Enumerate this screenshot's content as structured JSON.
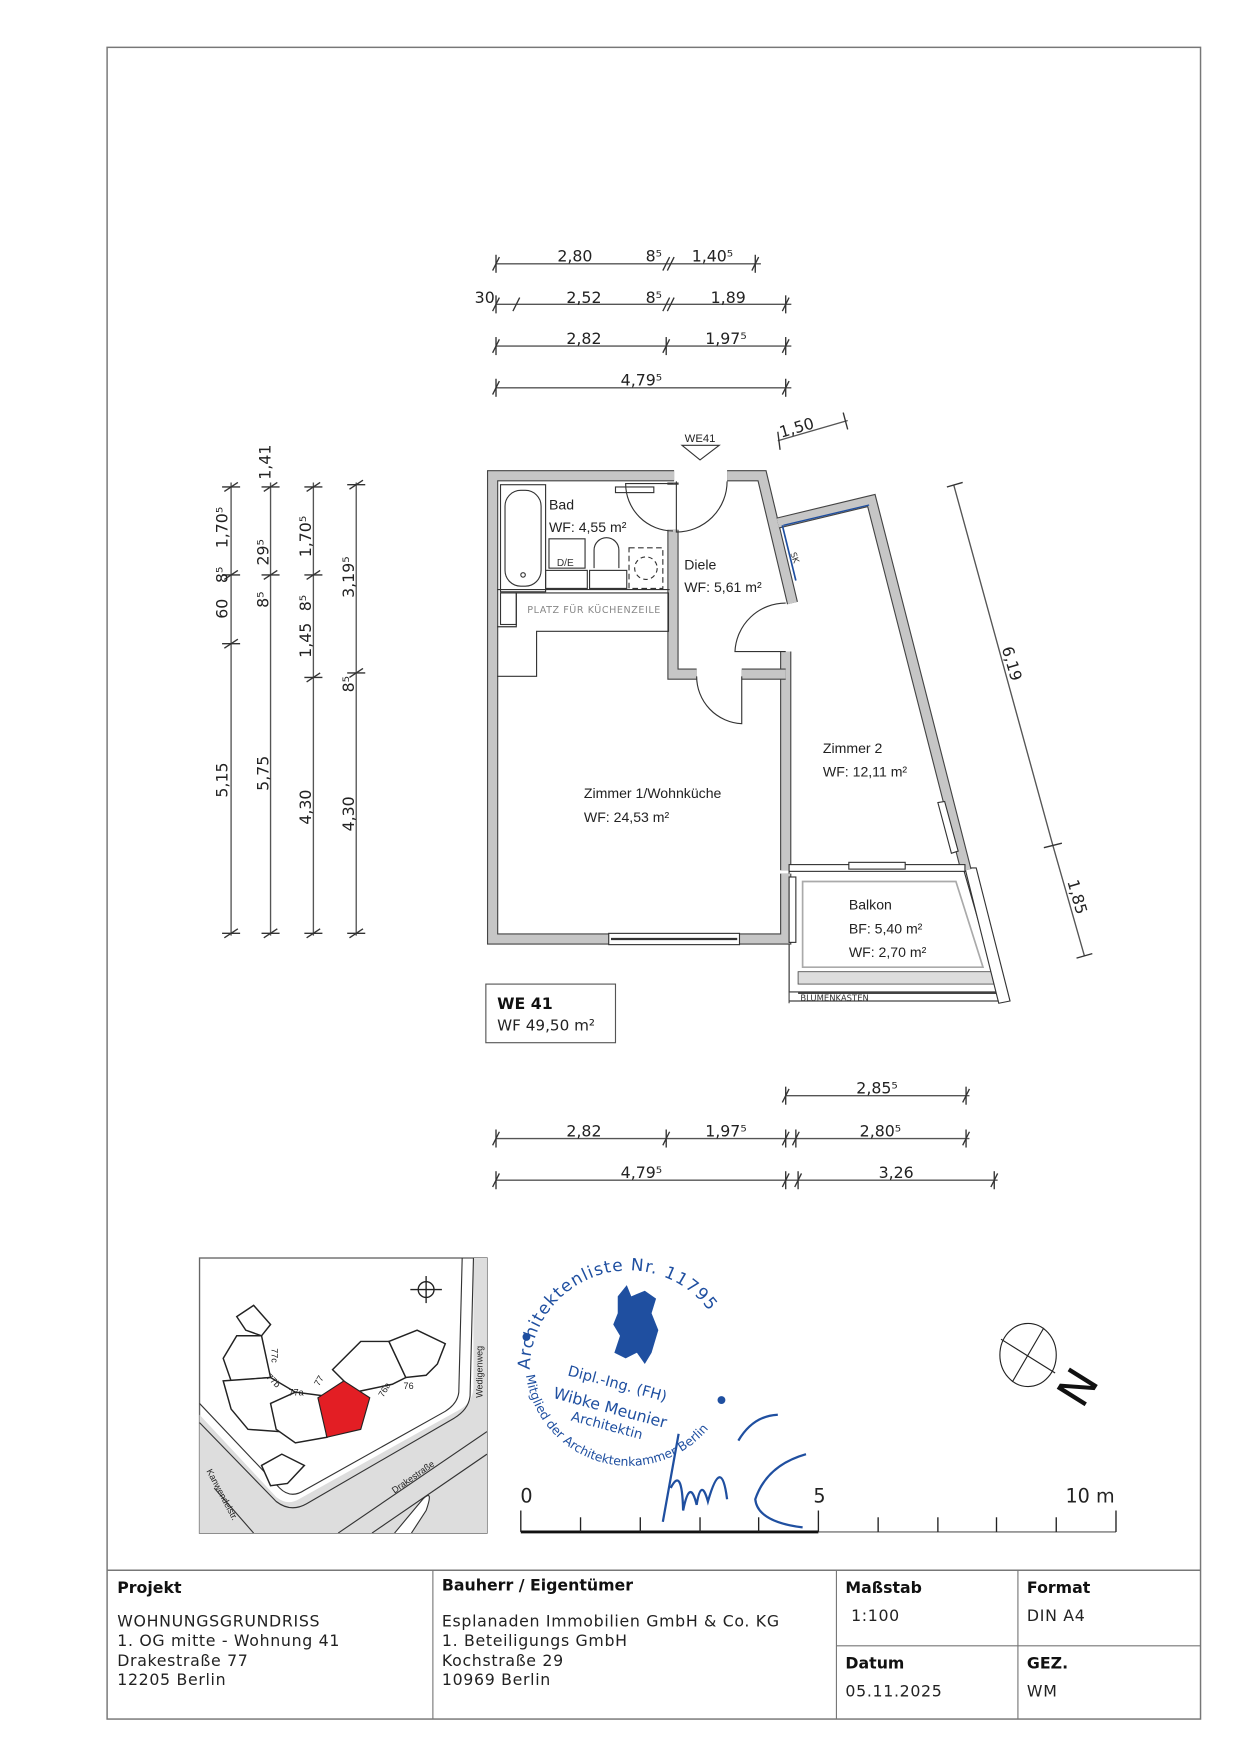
{
  "plan": {
    "entrance_marker": "WE41",
    "rooms": [
      {
        "name": "Bad",
        "area": "WF: 4,55 m²"
      },
      {
        "name": "Diele",
        "area": "WF: 5,61 m²"
      },
      {
        "name": "Zimmer 1/Wohnküche",
        "area": "WF: 24,53 m²"
      },
      {
        "name": "Zimmer 2",
        "area": "WF: 12,11 m²"
      },
      {
        "name": "Balkon",
        "area": "BF: 5,40 m²",
        "area2": "WF: 2,70 m²"
      }
    ],
    "kitchen_label": "PLATZ FÜR KÜCHENZEILE",
    "flowerbox_label": "BLUMENKASTEN",
    "shaft_label": "SK",
    "washer_label": "D/E",
    "unit_box": {
      "title": "WE 41",
      "area": "WF 49,50 m²"
    }
  },
  "dimensions": {
    "top": [
      [
        "2,80",
        "8⁵",
        "1,40⁵"
      ],
      [
        "30",
        "2,52",
        "8⁵",
        "1,89"
      ],
      [
        "2,82",
        "1,97⁵"
      ],
      [
        "4,79⁵"
      ]
    ],
    "left": [
      [
        "1,70⁵",
        "8⁵",
        "60",
        "5,15"
      ],
      [
        "1,41",
        "29⁵",
        "8⁵",
        "5,75"
      ],
      [
        "1,70⁵",
        "8⁵",
        "1,45",
        "4,30"
      ],
      [
        "3,19⁵",
        "8⁵",
        "4,30"
      ]
    ],
    "bottom": [
      [
        "2,85⁵"
      ],
      [
        "2,82",
        "1,97⁵",
        "2,80⁵"
      ],
      [
        "4,79⁵",
        "3,26"
      ]
    ],
    "diagonal": [
      "1,50",
      "6,19",
      "1,85"
    ]
  },
  "site_plan": {
    "streets": [
      "Wedigenweg",
      "Drakestraße",
      "Kanwendelstr."
    ],
    "house_numbers": [
      "77c",
      "77b",
      "77a",
      "77",
      "76a",
      "76"
    ]
  },
  "stamp": {
    "top_text": "Architektenliste Nr. 11795",
    "bottom_text": "Mitglied der Architektenkammer Berlin",
    "line1": "Dipl.-Ing. (FH)",
    "line2": "Wibke Meunier",
    "line3": "Architektin",
    "color": "#1f4fa0"
  },
  "scale_bar": {
    "labels": [
      "0",
      "5",
      "10 m"
    ]
  },
  "north_label": "N",
  "title_block": {
    "project_heading": "Projekt",
    "project_lines": [
      "WOHNUNGSGRUNDRISS",
      "1. OG mitte - Wohnung 41",
      "Drakestraße 77",
      "12205 Berlin"
    ],
    "owner_heading": "Bauherr / Eigentümer",
    "owner_lines": [
      "Esplanaden Immobilien GmbH & Co. KG",
      "1. Beteiligungs GmbH",
      "Kochstraße 29",
      "10969 Berlin"
    ],
    "scale_heading": "Maßstab",
    "scale_value": "1:100",
    "format_heading": "Format",
    "format_value": "DIN A4",
    "date_heading": "Datum",
    "date_value": "05.11.2025",
    "drawn_heading": "GEZ.",
    "drawn_value": "WM"
  }
}
